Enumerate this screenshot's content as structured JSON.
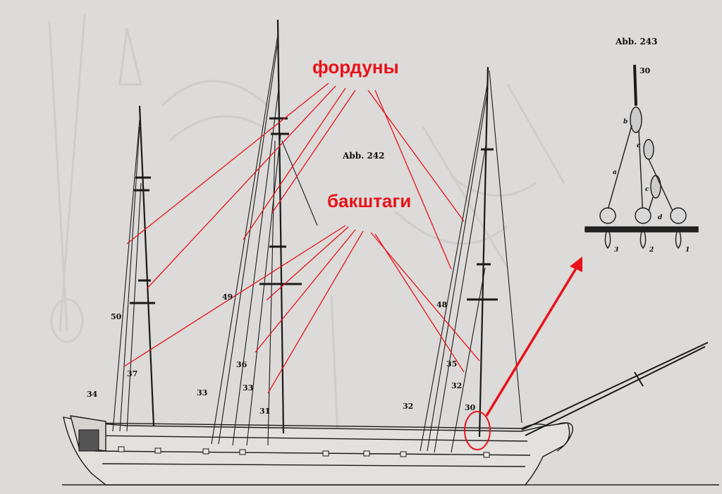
{
  "labels": {
    "forduny": "фордуны",
    "bakshtagi": "бакштаги",
    "figure_242": "Abb. 242",
    "figure_243": "Abb. 243"
  },
  "rope_numbers": {
    "n50": "50",
    "n37": "37",
    "n34": "34",
    "n49": "49",
    "n36": "36",
    "n33a": "33",
    "n33b": "33",
    "n31": "31",
    "n48": "48",
    "n35": "35",
    "n32a": "32",
    "n32b": "32",
    "n30": "30"
  },
  "detail": {
    "top_number": "30",
    "b": "b",
    "c1": "c",
    "c2": "c",
    "a": "a",
    "d": "d",
    "pin3": "3",
    "pin2": "2",
    "pin1": "1"
  },
  "colors": {
    "annotation": "#e8121a",
    "ink": "#1a1a1a",
    "paper": "#dcdbd9"
  }
}
